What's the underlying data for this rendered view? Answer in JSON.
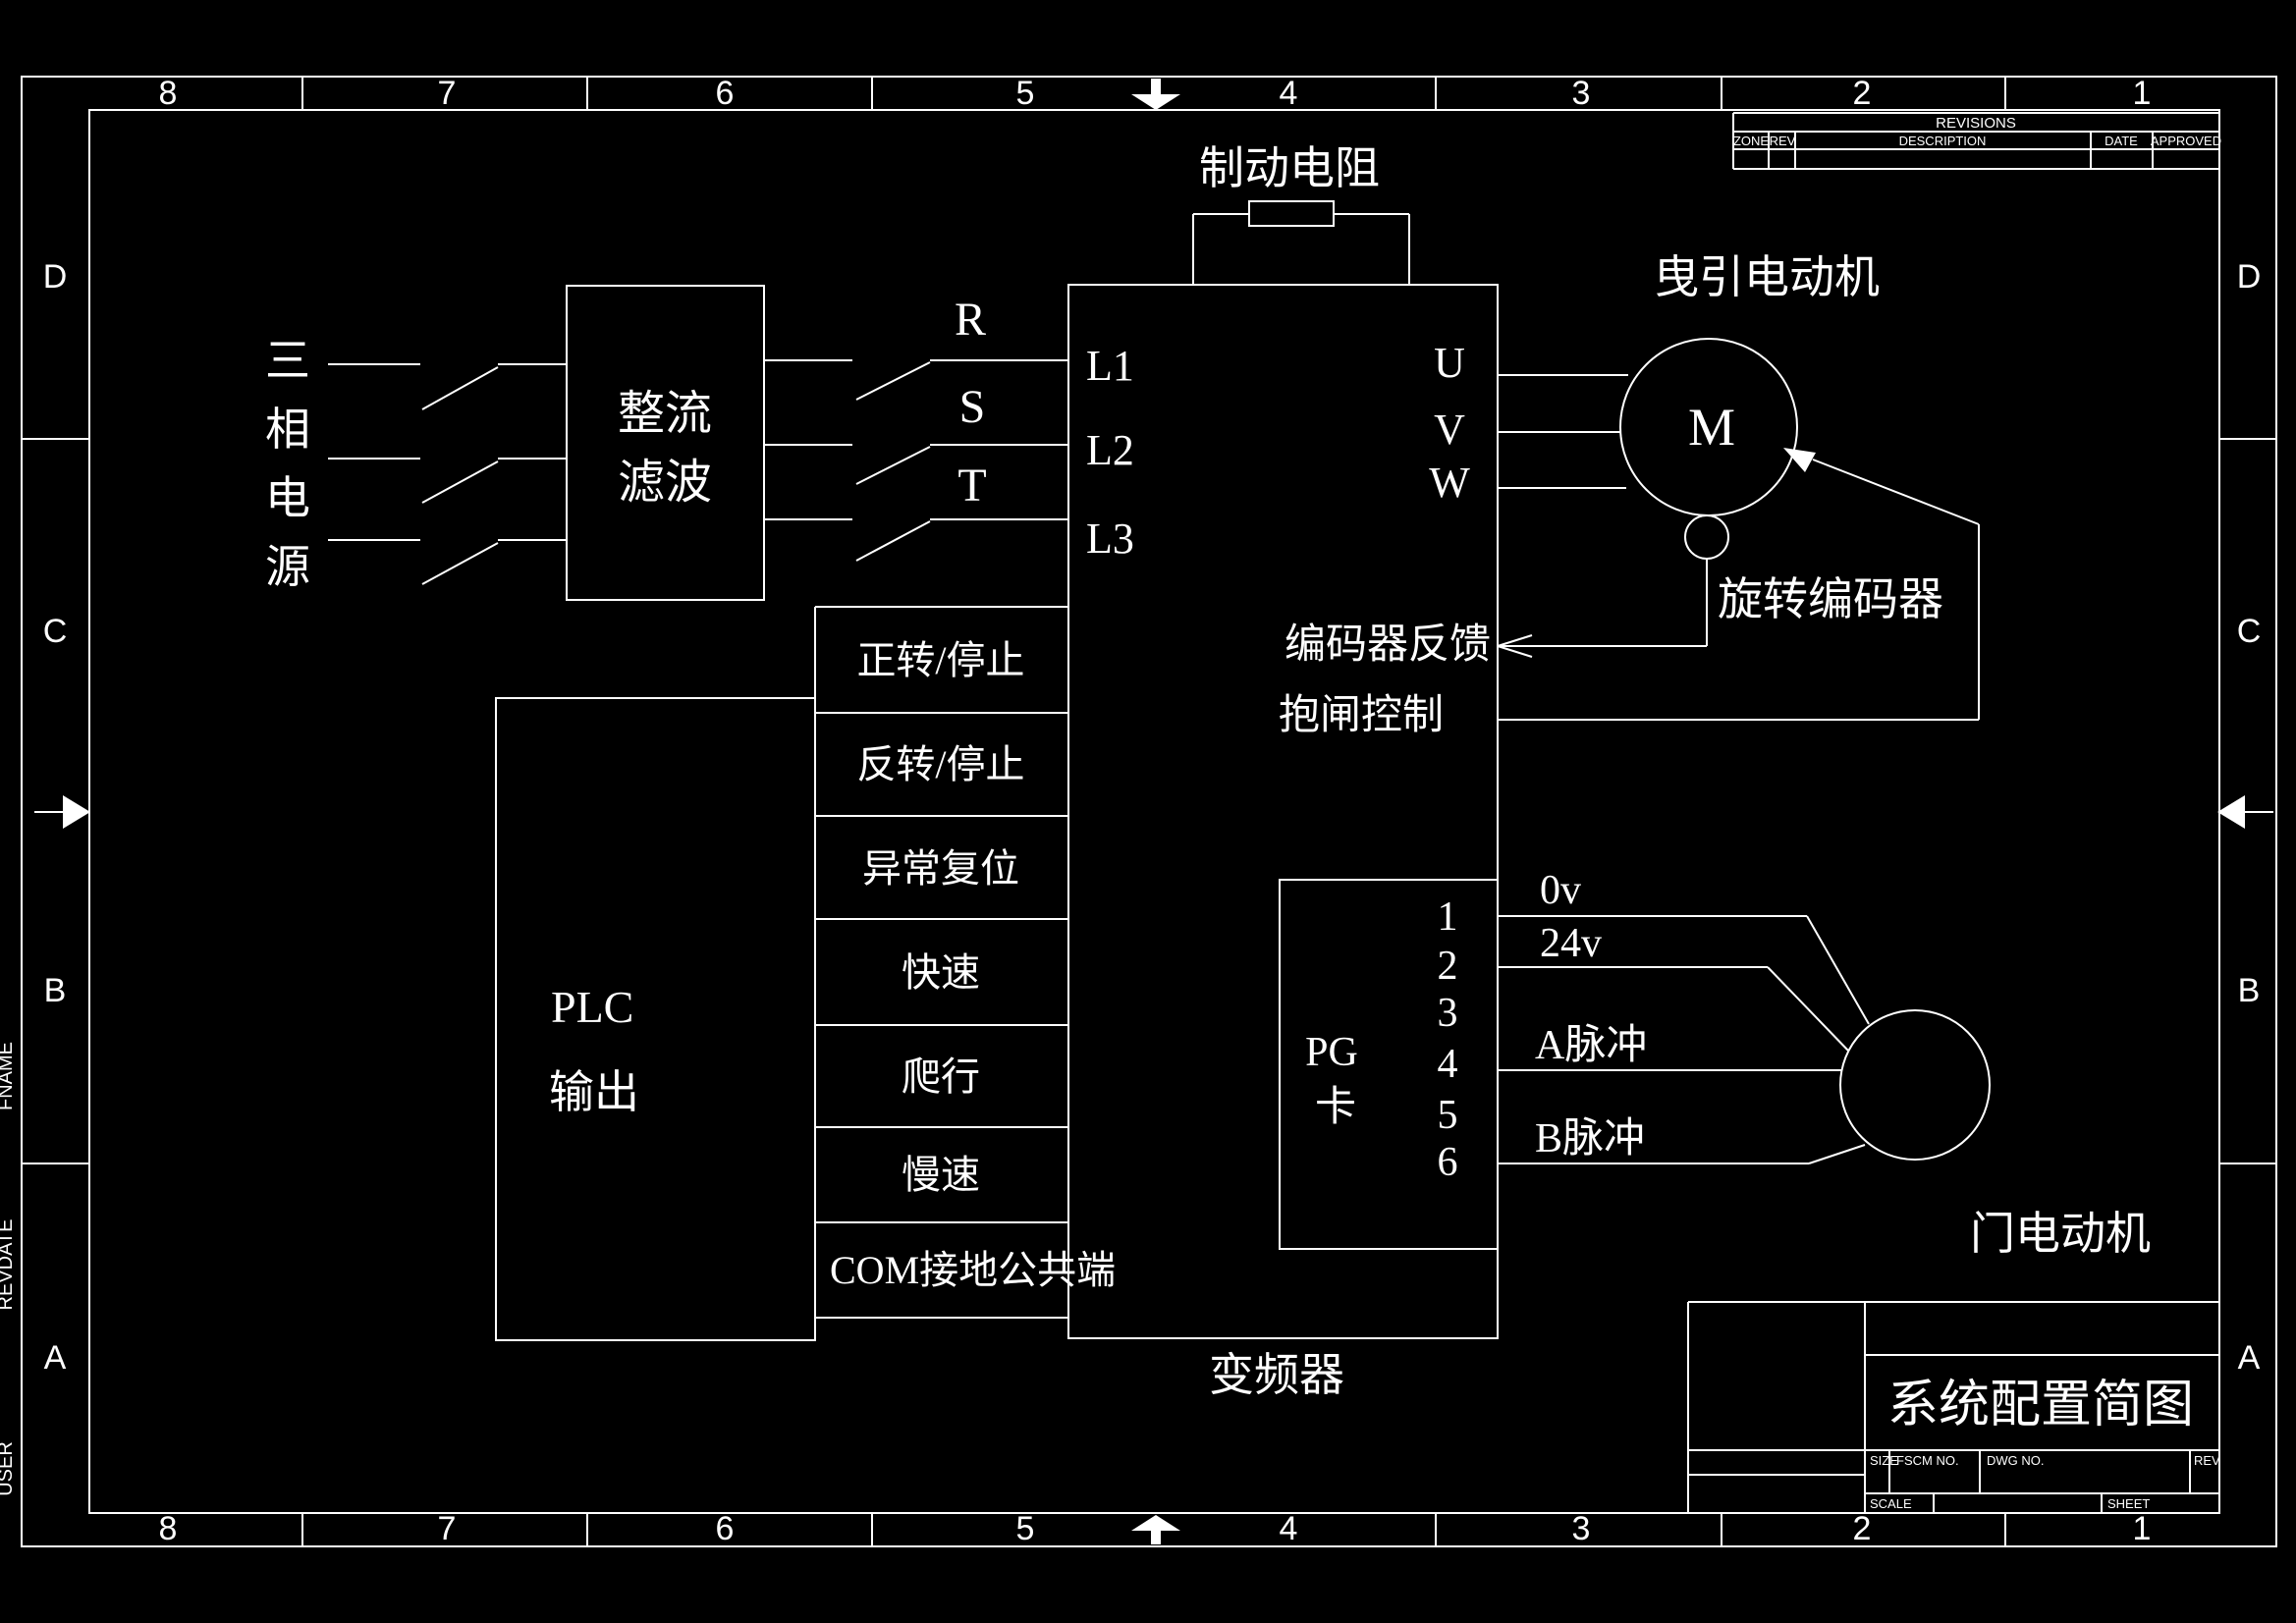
{
  "sheet": {
    "background_color": "#000000",
    "line_color": "#ffffff",
    "zone_numbers": [
      "8",
      "7",
      "6",
      "5",
      "4",
      "3",
      "2",
      "1"
    ],
    "zone_letters": [
      "D",
      "C",
      "B",
      "A"
    ],
    "margin_labels": {
      "fname": "FNAME",
      "revdate": "REVDATE",
      "user": "USER"
    }
  },
  "revisions_table": {
    "title": "REVISIONS",
    "columns": [
      "ZONE",
      "REV",
      "DESCRIPTION",
      "DATE",
      "APPROVED"
    ]
  },
  "title_block": {
    "drawing_title": "系统配置简图",
    "size_label": "SIZE",
    "fscm_label": "FSCM NO.",
    "dwg_label": "DWG NO.",
    "rev_label": "REV",
    "scale_label": "SCALE",
    "sheet_label": "SHEET"
  },
  "diagram": {
    "power_source": {
      "label": "三相电源",
      "chars": [
        "三",
        "相",
        "电",
        "源"
      ]
    },
    "rectifier": {
      "line1": "整流",
      "line2": "滤波"
    },
    "phase_labels": [
      "R",
      "S",
      "T"
    ],
    "inverter": {
      "label": "变频器",
      "inputs": [
        "L1",
        "L2",
        "L3"
      ],
      "outputs": [
        "U",
        "V",
        "W"
      ],
      "feedback_label": "编码器反馈",
      "brake_label": "抱闸控制"
    },
    "braking_resistor": {
      "label": "制动电阻"
    },
    "traction_motor": {
      "label": "曳引电动机",
      "symbol": "M"
    },
    "rotary_encoder": {
      "label": "旋转编码器"
    },
    "plc": {
      "line1": "PLC",
      "line2": "输出"
    },
    "plc_outputs": [
      "正转/停止",
      "反转/停止",
      "异常复位",
      "快速",
      "爬行",
      "慢速",
      "COM接地公共端"
    ],
    "pg_card": {
      "line1": "PG",
      "line2": "卡",
      "pins": [
        "1",
        "2",
        "3",
        "4",
        "5",
        "6"
      ]
    },
    "pg_signals": {
      "s0v": "0v",
      "s24v": "24v",
      "pulse_a": "A脉冲",
      "pulse_b": "B脉冲"
    },
    "door_motor": {
      "label": "门电动机"
    }
  }
}
